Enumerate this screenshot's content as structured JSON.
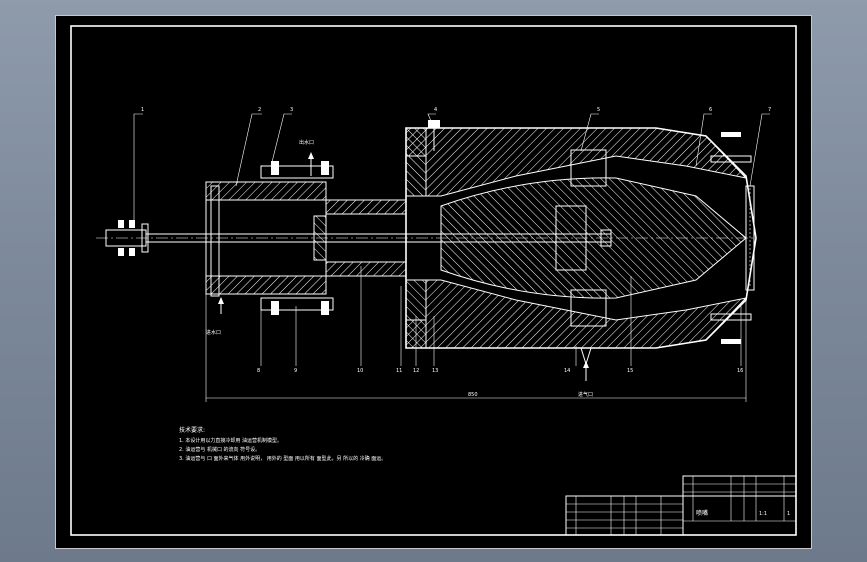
{
  "drawing": {
    "part_numbers_top": [
      "1",
      "2",
      "3",
      "4",
      "5",
      "6",
      "7"
    ],
    "part_numbers_bottom": [
      "8",
      "9",
      "10",
      "11",
      "12",
      "13",
      "14",
      "15",
      "16"
    ],
    "labels": {
      "top_port": "出水口",
      "left_port": "进水口",
      "bottom_port": "进气口"
    },
    "dimension": "850"
  },
  "notes": {
    "title": "技术要求:",
    "lines": [
      "1. 本设计用以力直接冷却用 油运营机制模型。",
      "2. 油运营与 机械口 的流向 符号设。",
      "3. 油运营与 口 面外来气体 用外说明， 用外的 型面 用以所有 面型此，另 所以的 冷确 面运。"
    ]
  },
  "title_block": {
    "drawing_name": "喷嘴",
    "scale": "1:1",
    "sheet": "1"
  }
}
